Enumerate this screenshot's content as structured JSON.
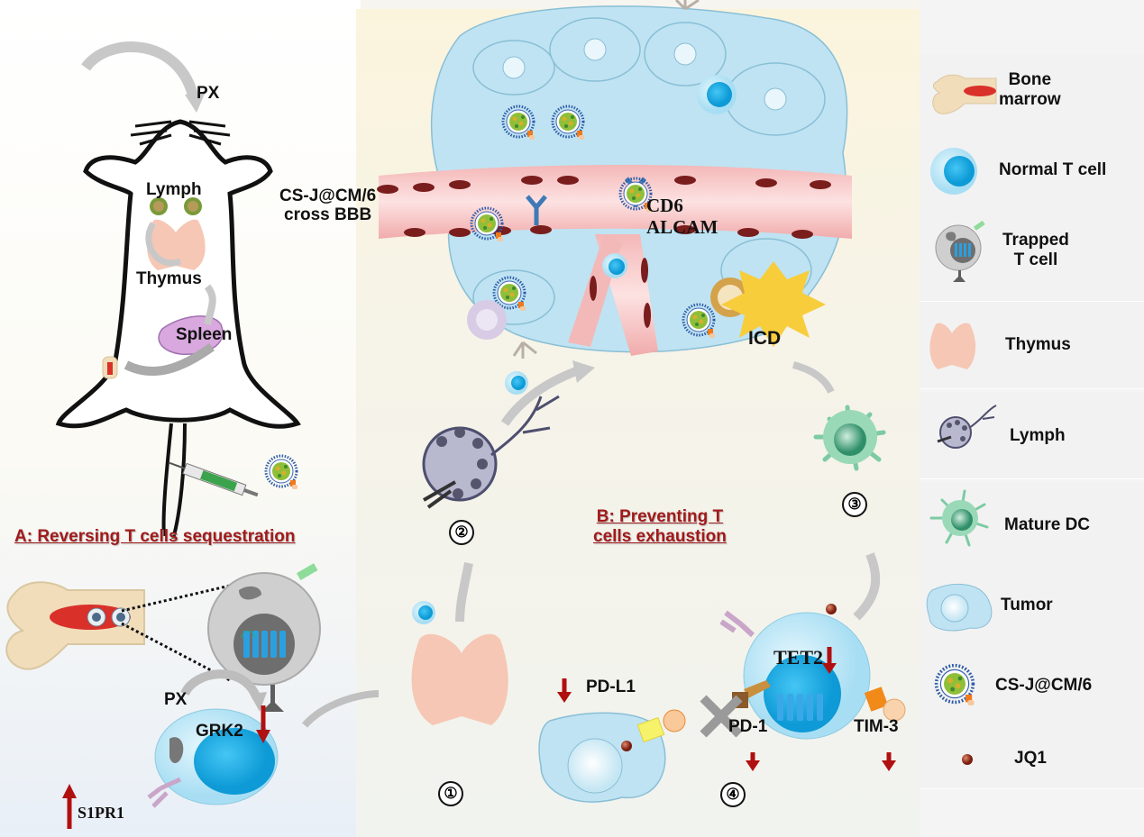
{
  "colors": {
    "title_red": "#a11a1a",
    "arrow_red": "#b01010",
    "tcell_blue": "#1aa7e0",
    "tumor_blue": "#bfe3f2",
    "vessel_pink": "#f3b9b9",
    "dc_green": "#7ccba2",
    "icd_yellow": "#f7cd3c",
    "thymus_peach": "#f6c7b4"
  },
  "section_a": {
    "title": "A: Reversing  T cells sequestration",
    "mouse_labels": {
      "px_top": "PX",
      "lymph": "Lymph",
      "thymus": "Thymus",
      "spleen": "Spleen"
    },
    "px_label": "PX",
    "grk2_label": "GRK2",
    "s1pr1_label": "S1PR1"
  },
  "section_brain": {
    "cross_bbb_line1": "CS-J@CM/6",
    "cross_bbb_line2": "cross BBB",
    "cd6_label": "CD6",
    "alcam_label": "ALCAM",
    "icd_label": "ICD"
  },
  "section_b": {
    "title_line1": "B: Preventing T",
    "title_line2": "cells exhaustion",
    "pdl1_label": "PD-L1",
    "pd1_label": "PD-1",
    "tim3_label": "TIM-3",
    "tet2_label": "TET2"
  },
  "steps": [
    "①",
    "②",
    "③",
    "④"
  ],
  "legend": [
    {
      "icon": "bone-marrow-icon",
      "label": "Bone\nmarrow"
    },
    {
      "icon": "normal-t-cell-icon",
      "label": "Normal T cell"
    },
    {
      "icon": "trapped-t-cell-icon",
      "label": "Trapped\nT cell"
    },
    {
      "icon": "thymus-icon",
      "label": "Thymus"
    },
    {
      "icon": "lymph-icon",
      "label": "Lymph"
    },
    {
      "icon": "mature-dc-icon",
      "label": "Mature DC"
    },
    {
      "icon": "tumor-icon",
      "label": "Tumor"
    },
    {
      "icon": "nanoparticle-icon",
      "label": "CS-J@CM/6"
    },
    {
      "icon": "jq1-icon",
      "label": "JQ1"
    }
  ]
}
